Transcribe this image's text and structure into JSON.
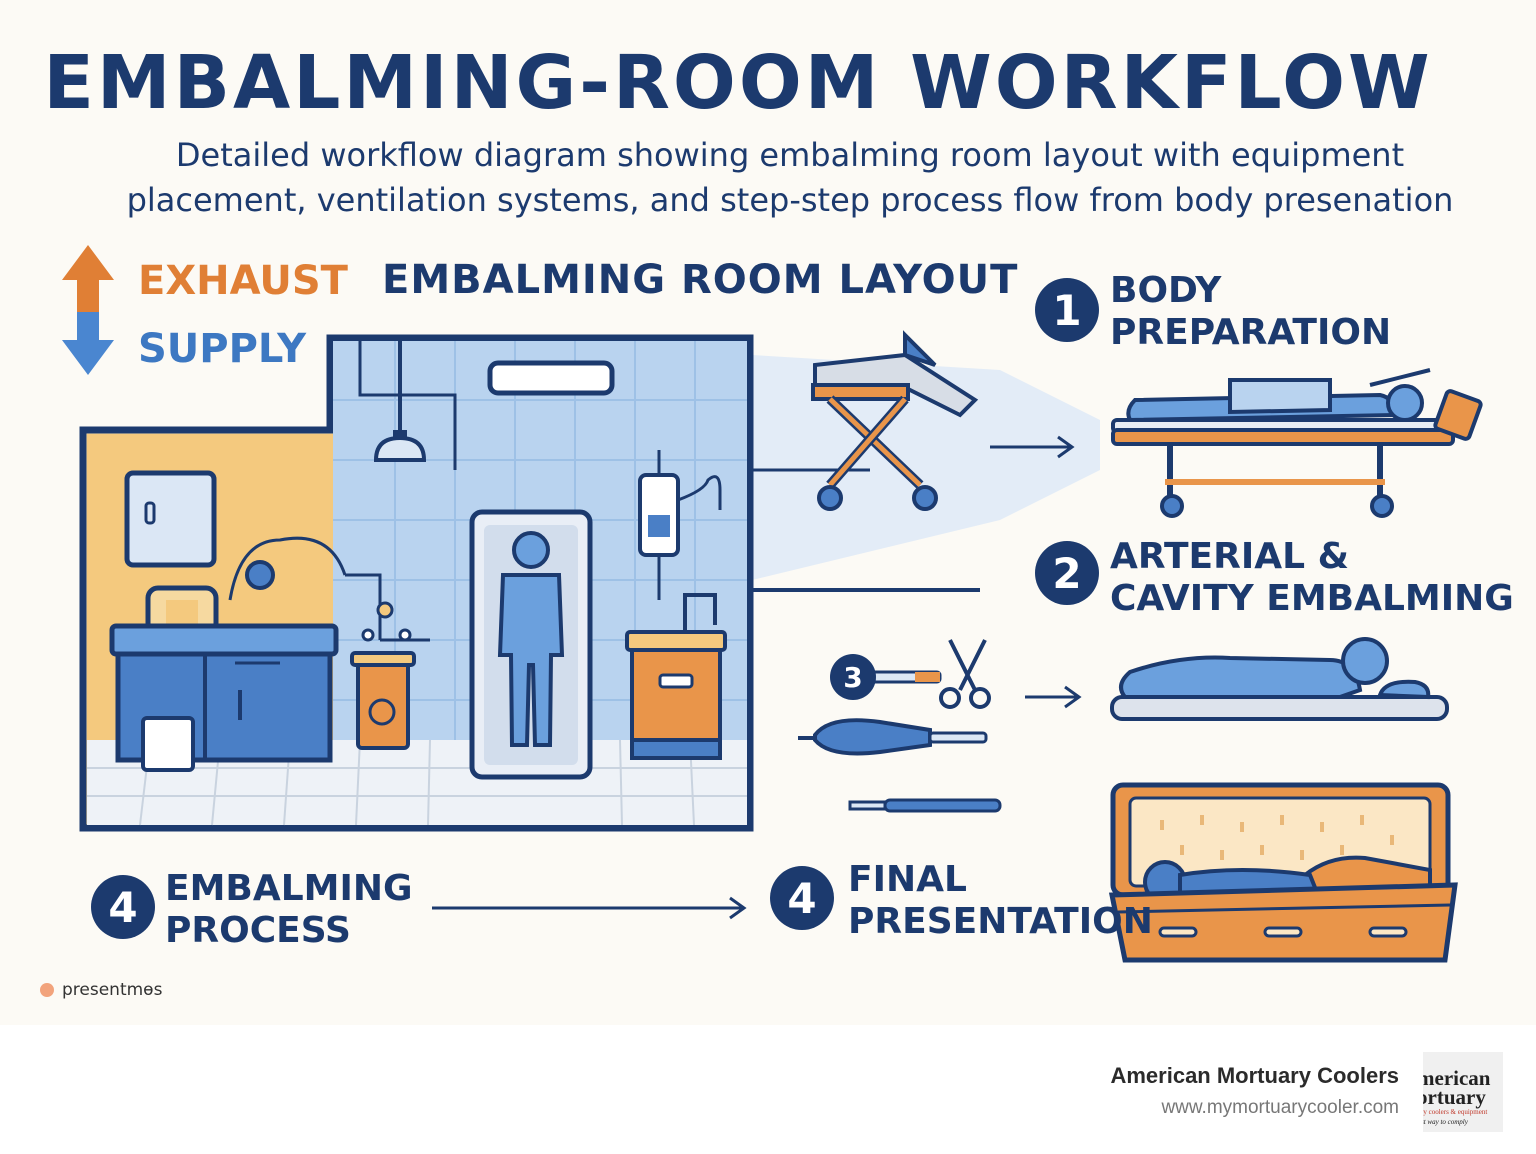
{
  "title": "EMBALMING-ROOM WORKFLOW",
  "subtitle": {
    "line1": "Detailed workflow diagram showing embalming room layout with equipment",
    "line2": "placement, ventilation systems, and step-step process flow from body presenation"
  },
  "legend": {
    "exhaust": "EXHAUST",
    "supply": "SUPPLY",
    "exhaust_color": "#e07f35",
    "supply_color": "#3d78c2"
  },
  "layout_title": "EMBALMING ROOM LAYOUT",
  "steps": [
    {
      "number": "1",
      "line1": "BODY",
      "line2": "PREPARATION"
    },
    {
      "number": "2",
      "line1": "ARTERIAL &",
      "line2": "CAVITY EMBALMING"
    },
    {
      "number": "3"
    },
    {
      "number": "4",
      "line1": "EMBALMING",
      "line2": "PROCESS"
    },
    {
      "number": "4",
      "line1": "FINAL",
      "line2": "PRESENTATION"
    }
  ],
  "watermark": "presentmɵs",
  "brand": {
    "name": "American Mortuary Coolers",
    "url": "www.mymortuarycooler.com",
    "logo_line1": "merican",
    "logo_line2": "ortuary",
    "logo_tagline": "ry coolers & equipment",
    "logo_tagline2": "st way to comply"
  },
  "colors": {
    "navy": "#1c3a6e",
    "blue": "#5b8fd1",
    "orange": "#e9954a",
    "light_blue": "#b9d3ef"
  }
}
